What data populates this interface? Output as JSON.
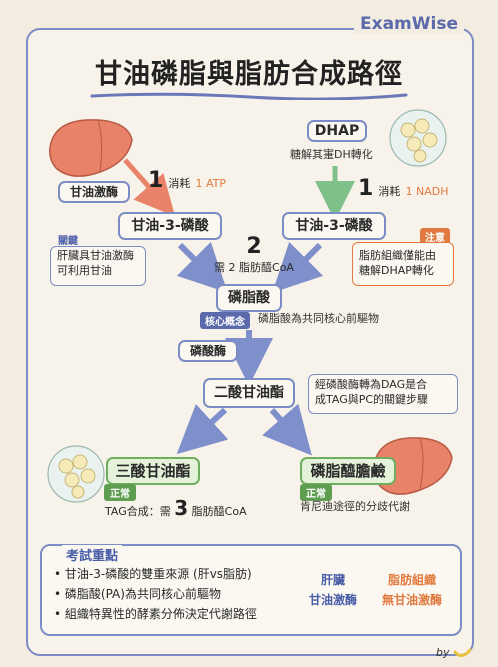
{
  "brand": "ExamWise",
  "title": "甘油磷脂與脂肪合成路徑",
  "nodes": {
    "dhap": "DHAP",
    "dhap_sub": "糖解其寁DH轉化",
    "glycerol_kinase": "甘油激酶",
    "g3p_left": "甘油-3-磷酸",
    "g3p_right": "甘油-3-磷酸",
    "pa": "磷脂酸",
    "phosphatase": "磷酸酶",
    "dag": "二酸甘油酯",
    "tag": "三酸甘油酯",
    "pc": "磷脂醯膽鹼"
  },
  "steps": {
    "left_num": "1",
    "left_text": "消耗",
    "left_cost": "1 ATP",
    "right_num": "1",
    "right_text": "消耗",
    "right_cost": "1 NADH",
    "mid_num": "2",
    "mid_text": "需 2 脂肪醯CoA",
    "tag_prefix": "TAG合成：需",
    "tag_num": "3",
    "tag_suffix": "脂肪醯CoA"
  },
  "notes": {
    "key_tag": "關鍵",
    "key_text_1": "肝臟具甘油激酶",
    "key_text_2": "可利用甘油",
    "caution_tag": "注意",
    "caution_text_1": "脂肪組織僅能由",
    "caution_text_2": "糖解DHAP轉化",
    "core_tag": "核心概念",
    "core_text": "磷脂酸為共同核心前驅物",
    "dag_note_1": "經磷酸酶轉為DAG是合",
    "dag_note_2": "成TAG與PC的關鍵步驟",
    "normal_tag_left": "正常",
    "normal_tag_right": "正常",
    "pc_note": "肯尼迪途徑的分歧代謝"
  },
  "summary": {
    "heading": "考試重點",
    "bullets": [
      "甘油-3-磷酸的雙重來源 (肝vs脂肪)",
      "磷脂酸(PA)為共同核心前驅物",
      "組織特異性的酵素分佈決定代謝路徑"
    ],
    "liver_label": "肝臟",
    "liver_value": "甘油激酶",
    "adipose_label": "脂肪組織",
    "adipose_value": "無甘油激酶"
  },
  "signature": "by",
  "colors": {
    "accent": "#7c8cc4",
    "arrow": "#7f8fcc",
    "orange": "#e07a3e",
    "green": "#6fae5e",
    "liver": "#e8836a"
  }
}
